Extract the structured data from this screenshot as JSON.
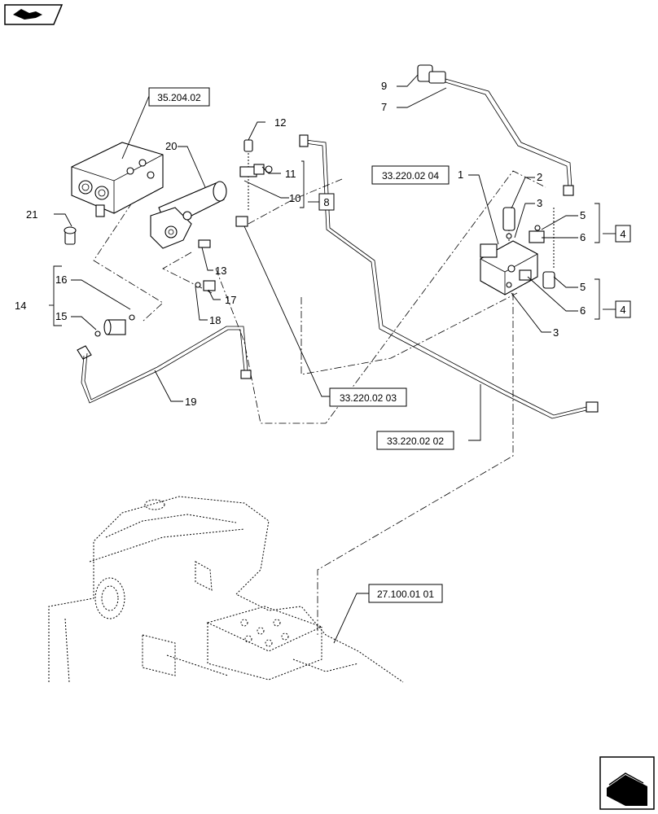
{
  "callouts": {
    "c1": "1",
    "c2": "2",
    "c3a": "3",
    "c3b": "3",
    "c4a": "4",
    "c4b": "4",
    "c5a": "5",
    "c5b": "5",
    "c6a": "6",
    "c6b": "6",
    "c7": "7",
    "c8": "8",
    "c9": "9",
    "c10": "10",
    "c11": "11",
    "c12": "12",
    "c13": "13",
    "c14": "14",
    "c15": "15",
    "c16": "16",
    "c17": "17",
    "c18": "18",
    "c19": "19",
    "c20": "20",
    "c21": "21"
  },
  "references": {
    "ref_35_204_02": "35.204.02",
    "ref_33_220_02_04": "33.220.02 04",
    "ref_33_220_02_03": "33.220.02 03",
    "ref_33_220_02_02": "33.220.02 02",
    "ref_27_100_01_01": "27.100.01 01"
  },
  "icons": {
    "top_left": "navigation-hand-icon",
    "bottom_right": "next-page-arrow-icon"
  }
}
